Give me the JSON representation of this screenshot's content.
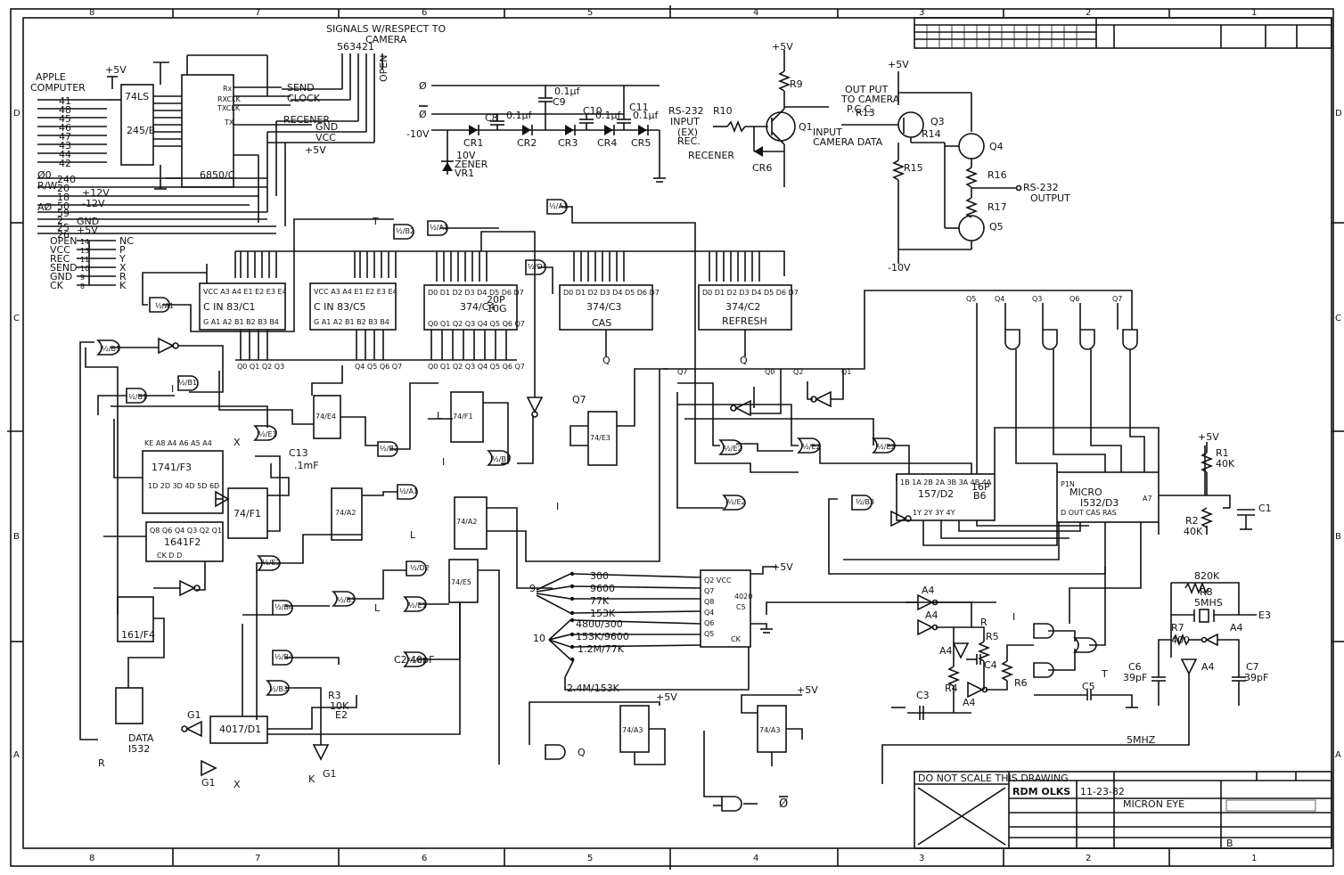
{
  "frame": {
    "top_zones": [
      "8",
      "7",
      "6",
      "5",
      "4",
      "3",
      "2",
      "1"
    ],
    "bottom_zones": [
      "8",
      "7",
      "6",
      "5",
      "4",
      "3",
      "2",
      "1"
    ],
    "left_rows": [
      "D",
      "C",
      "B",
      "A"
    ],
    "right_rows": [
      "D",
      "C",
      "B",
      "A"
    ]
  },
  "headings": {
    "signals": "SIGNALS W/RESPECT TO",
    "camera": "CAMERA",
    "signal_pins": "563421",
    "apple": "APPLE",
    "computer": "COMPUTER",
    "open": "OPEN",
    "send": "SEND",
    "clock": "CLOCK",
    "recener": "RECENER",
    "gnd": "GND",
    "vcc": "VCC"
  },
  "apple_pins": [
    "41",
    "48",
    "45",
    "46",
    "47",
    "43",
    "44",
    "42",
    "240",
    "20",
    "18",
    "50",
    "59",
    "2",
    "25",
    "26"
  ],
  "apple_signals": [
    "Ø0",
    "R/W",
    "+12V",
    "-12V",
    "AØ",
    "GND",
    "+5V"
  ],
  "legend": {
    "signals": [
      "OPEN",
      "VCC",
      "REC",
      "SEND",
      "GND",
      "CK"
    ],
    "pins": [
      "14",
      "13",
      "11",
      "10",
      "9",
      "8"
    ],
    "targets": [
      "NC",
      "P",
      "Y",
      "X",
      "R",
      "K"
    ]
  },
  "chips": {
    "u1": "74LS",
    "u1b": "245/B",
    "u2": "6850/C",
    "u3": "C IN  83/C1",
    "u4": "C IN  83/C5",
    "u5": "374/C4",
    "u5b": "20P",
    "u5c": "10G",
    "u6": "374/C3",
    "u6b": "CAS",
    "u7": "374/C2",
    "u7b": "REFRESH",
    "u8": "1741/F3",
    "u9": "1641F2",
    "u10": "161/F4",
    "u11": "74/F1",
    "u12": "74/A2",
    "u13": "74/E4",
    "u14": "74/F1",
    "u15": "74/A2",
    "u16": "74/E5",
    "u17": "4017/D1",
    "u18": "74/E3",
    "u19": "74/A3",
    "u20": "74/A3",
    "u21": "157/D2",
    "u21b": "16P",
    "u21c": "B6",
    "u22": "MICRO",
    "u22b": "I532/D3",
    "u23": "DATA",
    "u23b": "I532"
  },
  "power": {
    "r9": "R9",
    "q1": "Q1",
    "r10": "R10",
    "cr": [
      "CR1",
      "CR2",
      "CR3",
      "CR4",
      "CR5"
    ],
    "cr6": "CR6",
    "vr1a": "10V",
    "vr1b": "ZENER",
    "vr1c": "VR1",
    "caps_top": [
      "C8",
      "C10",
      "C9",
      "C11"
    ],
    "cap_vals": [
      "0.1µf",
      "0.1µf",
      "0.1µf",
      "0.1µf"
    ],
    "m10v": "-10V",
    "rs232_in": [
      "RS-232",
      "INPUT",
      "(EX)",
      "REC."
    ],
    "recener": "RECENER",
    "plus5": "+5V",
    "output_to_camera": [
      "OUT PUT",
      "TO CAMERA",
      "P.C.C."
    ],
    "input_camera": [
      "INPUT",
      "CAMERA DATA"
    ],
    "r13": "R13",
    "r14": "R14",
    "r15": "R15",
    "r16": "R16",
    "r17": "R17",
    "q3": "Q3",
    "q4": "Q4",
    "q5": "Q5",
    "rs232_out": [
      "RS-232",
      "OUTPUT"
    ],
    "m10v_b": "-10V",
    "phi": "Ø",
    "phibar": "Ø"
  },
  "baud": {
    "rates_a": [
      "300",
      "9600",
      "77K",
      "153K"
    ],
    "rates_b": [
      "4800/300",
      "153K/9600",
      "1.2M/77K",
      "2.4M/153K"
    ],
    "sw_a": "9",
    "sw_b": "10"
  },
  "osc": {
    "r1": "R1",
    "r1v": "40K",
    "r2": "R2",
    "r2v": "40K",
    "c1": "C1",
    "r8": "R8",
    "r8v": "820K",
    "y1": "5MHS",
    "c6": "C6",
    "c6v": "39pF",
    "c7": "C7",
    "c7v": "39pF",
    "e3": "E3",
    "a4": "A4",
    "r7": "R7",
    "r7v": "400",
    "mhz": "5MHZ"
  },
  "misc_labels": {
    "c2": "C2 40pF",
    "r3": "R3",
    "r3v": "10K",
    "e2": "E2",
    "c13": "C13",
    "c13v": ".1mF",
    "g1": "G1",
    "q7": "Q7",
    "tbar": "T",
    "ibar": "I",
    "l": "L",
    "x": "X",
    "k": "K",
    "r": "R",
    "phibar_out": "Ø"
  },
  "title_block": {
    "warning": "DO NOT SCALE THIS DRAWING",
    "company": "RDM OLKS",
    "date": "11-23-82",
    "title": "MICRON EYE",
    "rev": "B"
  }
}
